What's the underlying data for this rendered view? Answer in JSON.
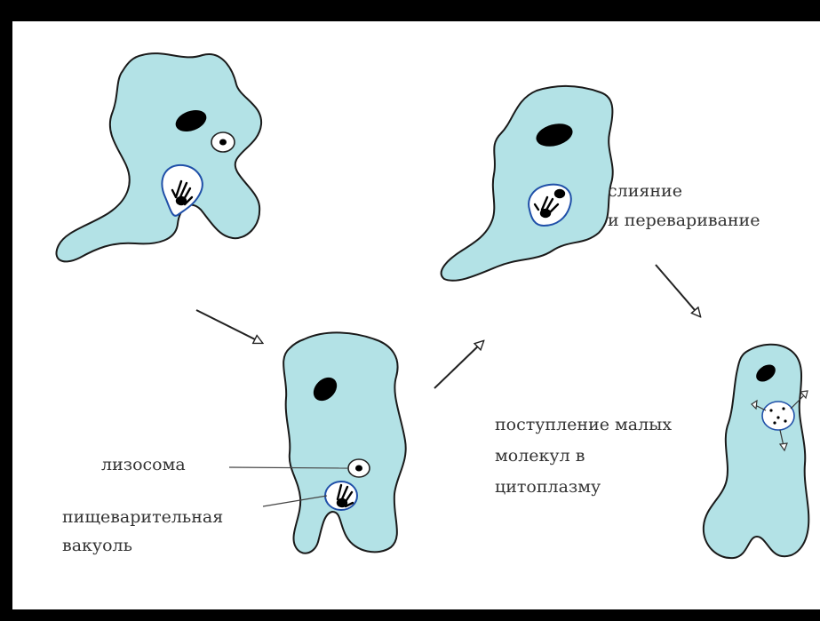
{
  "labels": {
    "fusion_line1": "слияние",
    "fusion_line2": "и переваривание",
    "lysosome": "лизосома",
    "vacuole_line1": "пищеварительная",
    "vacuole_line2": "вакуоль",
    "absorb_line1": "поступление малых",
    "absorb_line2": "молекул в",
    "absorb_line3": "цитоплазму"
  },
  "colors": {
    "background": "#000000",
    "panel": "#ffffff",
    "cytoplasm": "#b3e2e6",
    "outline": "#1a1a1a",
    "vacuole_outline": "#1f4fa8",
    "nucleus": "#000000",
    "label_text": "#333333"
  },
  "stages": [
    "amoeba-engulfing-particle",
    "amoeba-with-vacuole-and-lysosome",
    "amoeba-fusion-digestion",
    "amoeba-absorbing-molecules"
  ]
}
